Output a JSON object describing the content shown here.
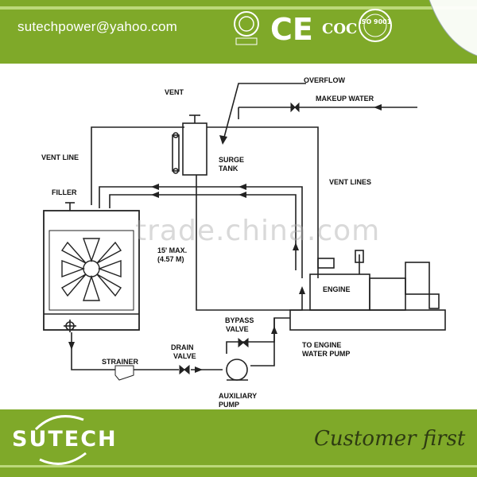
{
  "header": {
    "email": "sutechpower@yahoo.com",
    "certifications": [
      "CE",
      "COC"
    ],
    "iso_badge": "ISO 9001"
  },
  "diagram": {
    "labels": {
      "overflow": "OVERFLOW",
      "vent": "VENT",
      "makeup_water": "MAKEUP WATER",
      "vent_line": "VENT LINE",
      "surge_tank_1": "SURGE",
      "surge_tank_2": "TANK",
      "filler": "FILLER",
      "vent_lines": "VENT LINES",
      "max_height_1": "15' MAX.",
      "max_height_2": "(4.57 M)",
      "engine": "ENGINE",
      "bypass_1": "BYPASS",
      "bypass_2": "VALVE",
      "to_engine_1": "TO ENGINE",
      "to_engine_2": "WATER PUMP",
      "strainer": "STRAINER",
      "drain_1": "DRAIN",
      "drain_2": "VALVE",
      "aux_pump_1": "AUXILIARY",
      "aux_pump_2": "PUMP"
    },
    "watermark": "trade.china.com"
  },
  "footer": {
    "logo": "SUTECH",
    "slogan": "Customer first"
  },
  "colors": {
    "brand_green": "#7fa929",
    "stripe": "#bcd97a",
    "line": "#222222"
  }
}
